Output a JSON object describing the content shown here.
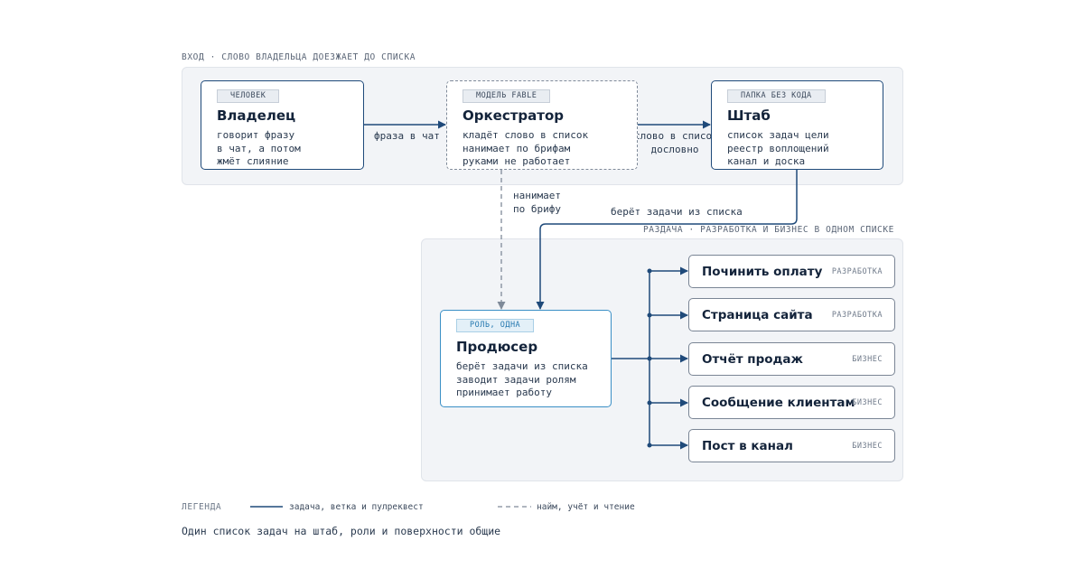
{
  "groups": {
    "input": {
      "label": "ВХОД · СЛОВО ВЛАДЕЛЬЦА ДОЕЗЖАЕТ ДО СПИСКА"
    },
    "dispatch": {
      "label": "РАЗДАЧА · РАЗРАБОТКА И БИЗНЕС В ОДНОМ СПИСКЕ"
    }
  },
  "nodes": {
    "owner": {
      "tag": "ЧЕЛОВЕК",
      "title": "Владелец",
      "lines": [
        "говорит фразу",
        "в чат, а потом",
        "жмёт слияние"
      ]
    },
    "orchestrator": {
      "tag": "МОДЕЛЬ FABLE",
      "title": "Оркестратор",
      "lines": [
        "кладёт слово в список",
        "нанимает по брифам",
        "руками не работает"
      ]
    },
    "hq": {
      "tag": "ПАПКА БЕЗ КОДА",
      "title": "Штаб",
      "lines": [
        "список задач цели",
        "реестр воплощений",
        "канал и доска"
      ]
    },
    "producer": {
      "tag": "РОЛЬ, ОДНА",
      "title": "Продюсер",
      "lines": [
        "берёт задачи из списка",
        "заводит задачи ролям",
        "принимает работу"
      ]
    }
  },
  "edges": {
    "owner_orchestrator": "фраза в чат",
    "orchestrator_hq": [
      "слово в список",
      "дословно"
    ],
    "orchestrator_producer": [
      "нанимает",
      "по брифу"
    ],
    "hq_producer": "берёт задачи из списка"
  },
  "tasks": [
    {
      "title": "Починить оплату",
      "badge": "РАЗРАБОТКА"
    },
    {
      "title": "Страница сайта",
      "badge": "РАЗРАБОТКА"
    },
    {
      "title": "Отчёт продаж",
      "badge": "БИЗНЕС"
    },
    {
      "title": "Сообщение клиентам",
      "badge": "БИЗНЕС"
    },
    {
      "title": "Пост в канал",
      "badge": "БИЗНЕС"
    }
  ],
  "legend": {
    "title": "ЛЕГЕНДА",
    "solid": "задача, ветка и пулреквест",
    "dashed": "найм, учёт и чтение"
  },
  "footer": "Один список задач на штаб, роли и поверхности общие",
  "colors": {
    "wire": "#1f4a7a",
    "dashed_wire": "#7f8a99",
    "role_border": "#3a8fc6"
  }
}
